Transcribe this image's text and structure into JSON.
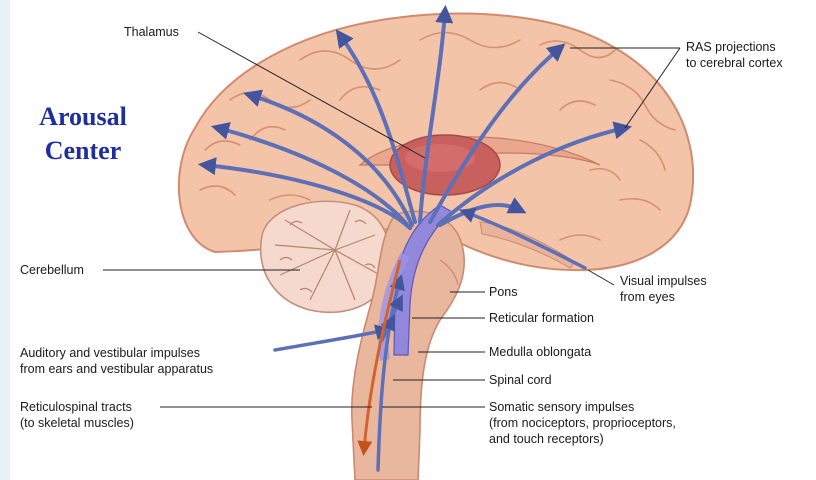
{
  "title": {
    "line1": "Arousal",
    "line2": "Center"
  },
  "labels": {
    "thalamus": "Thalamus",
    "ras_line1": "RAS projections",
    "ras_line2": "to cerebral cortex",
    "cerebellum": "Cerebellum",
    "visual_line1": "Visual impulses",
    "visual_line2": "from eyes",
    "pons": "Pons",
    "reticular_formation": "Reticular formation",
    "auditory_line1": "Auditory and vestibular impulses",
    "auditory_line2": "from ears and vestibular apparatus",
    "medulla": "Medulla oblongata",
    "spinal_cord": "Spinal cord",
    "reticulospinal_line1": "Reticulospinal tracts",
    "reticulospinal_line2": "(to skeletal muscles)",
    "somatic_line1": "Somatic sensory impulses",
    "somatic_line2": "(from nociceptors, proprioceptors,",
    "somatic_line3": "and touch receptors)"
  },
  "colors": {
    "brain": "#f3c4a8",
    "gyri": "#d98f74",
    "thalamus": "#c8605e",
    "cerebellum": "#f4d9cc",
    "brainstem": "#e9b79d",
    "arrow": "#5c6fb7",
    "reticular": "#7a72d4",
    "descending": "#d2632a",
    "title": "#1f2f9e"
  }
}
